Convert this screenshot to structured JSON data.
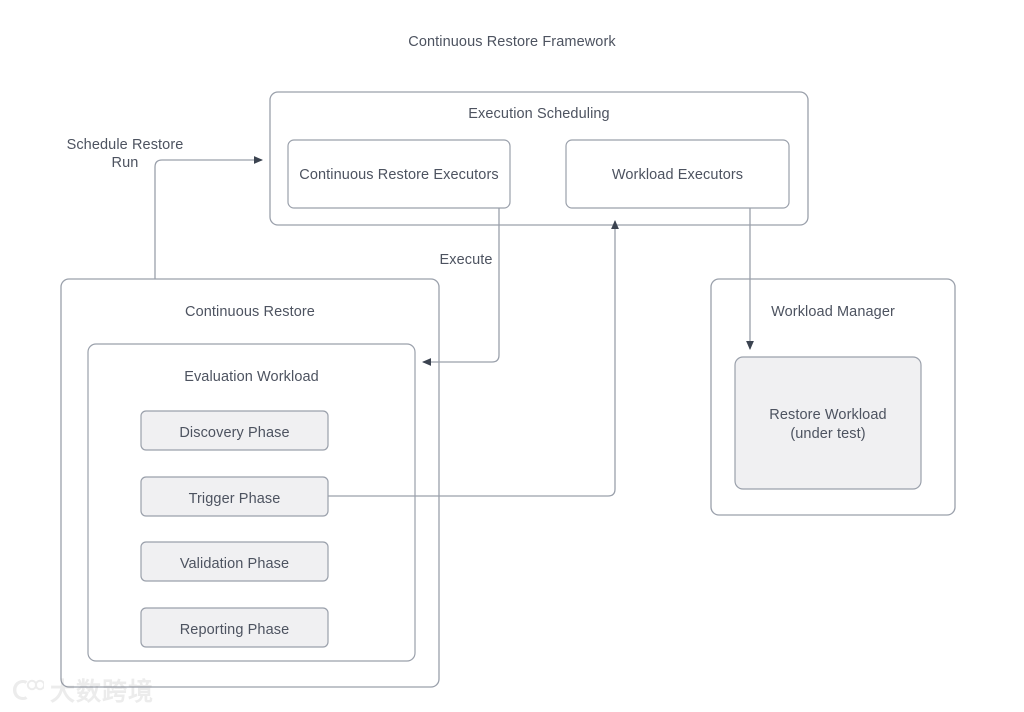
{
  "diagram": {
    "title": "Continuous Restore Framework",
    "background_color": "#ffffff",
    "stroke_color": "#9aa0ab",
    "text_color": "#4d5360",
    "node_fill": "#f0f0f2",
    "container_fill": "#ffffff"
  },
  "containers": {
    "execution_scheduling": {
      "label": "Execution Scheduling",
      "nodes": [
        {
          "label": "Continuous Restore Executors"
        },
        {
          "label": "Workload Executors"
        }
      ]
    },
    "continuous_restore": {
      "label": "Continuous Restore",
      "evaluation_workload": {
        "label": "Evaluation Workload",
        "phases": [
          {
            "label": "Discovery Phase"
          },
          {
            "label": "Trigger Phase"
          },
          {
            "label": "Validation Phase"
          },
          {
            "label": "Reporting Phase"
          }
        ]
      }
    },
    "workload_manager": {
      "label": "Workload Manager",
      "node": {
        "line1": "Restore Workload",
        "line2": "(under test)"
      }
    }
  },
  "edges": [
    {
      "id": "schedule-restore-run",
      "label_line1": "Schedule Restore",
      "label_line2": "Run"
    },
    {
      "id": "execute",
      "label_line1": "Execute",
      "label_line2": ""
    },
    {
      "id": "trigger-to-workload-executors",
      "label_line1": "",
      "label_line2": ""
    },
    {
      "id": "workload-executors-to-restore-workload",
      "label_line1": "",
      "label_line2": ""
    }
  ],
  "watermark": {
    "text": "大数跨境"
  }
}
